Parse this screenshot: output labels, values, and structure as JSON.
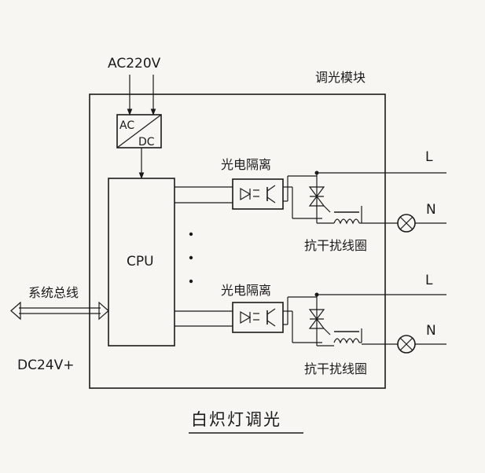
{
  "diagram": {
    "title": "白炽灯调光",
    "module_label": "调光模块",
    "ac_input": "AC220V",
    "converter": {
      "top": "AC",
      "bottom": "DC"
    },
    "cpu_label": "CPU",
    "bus_label": "系统总线",
    "dc_label": "DC24V+",
    "channels": [
      {
        "isolation_label": "光电隔离",
        "coil_label": "抗干扰线圈",
        "line_label": "L",
        "neutral_label": "N"
      },
      {
        "isolation_label": "光电隔离",
        "coil_label": "抗干扰线圈",
        "line_label": "L",
        "neutral_label": "N"
      }
    ]
  }
}
